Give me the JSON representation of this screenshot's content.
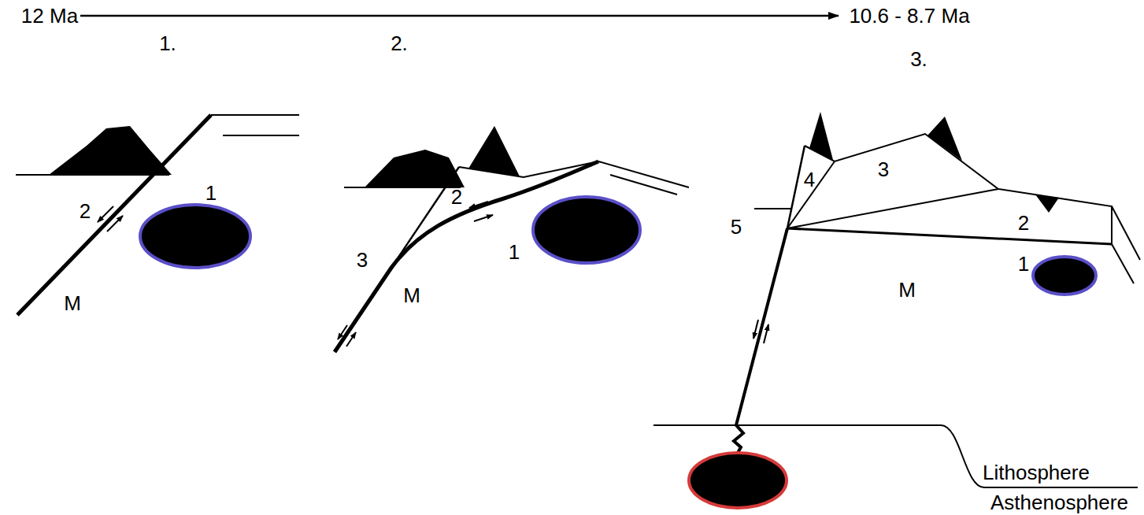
{
  "diagram": {
    "labels": [
      "12 Ma",
      "10.6 - 8.7 Ma",
      "1.",
      "2.",
      "3.",
      "2",
      "1",
      "M",
      "2",
      "3",
      "1",
      "M",
      "4",
      "3",
      "5",
      "2",
      "1",
      "M",
      "Lithosphere",
      "Asthenosphere"
    ]
  }
}
